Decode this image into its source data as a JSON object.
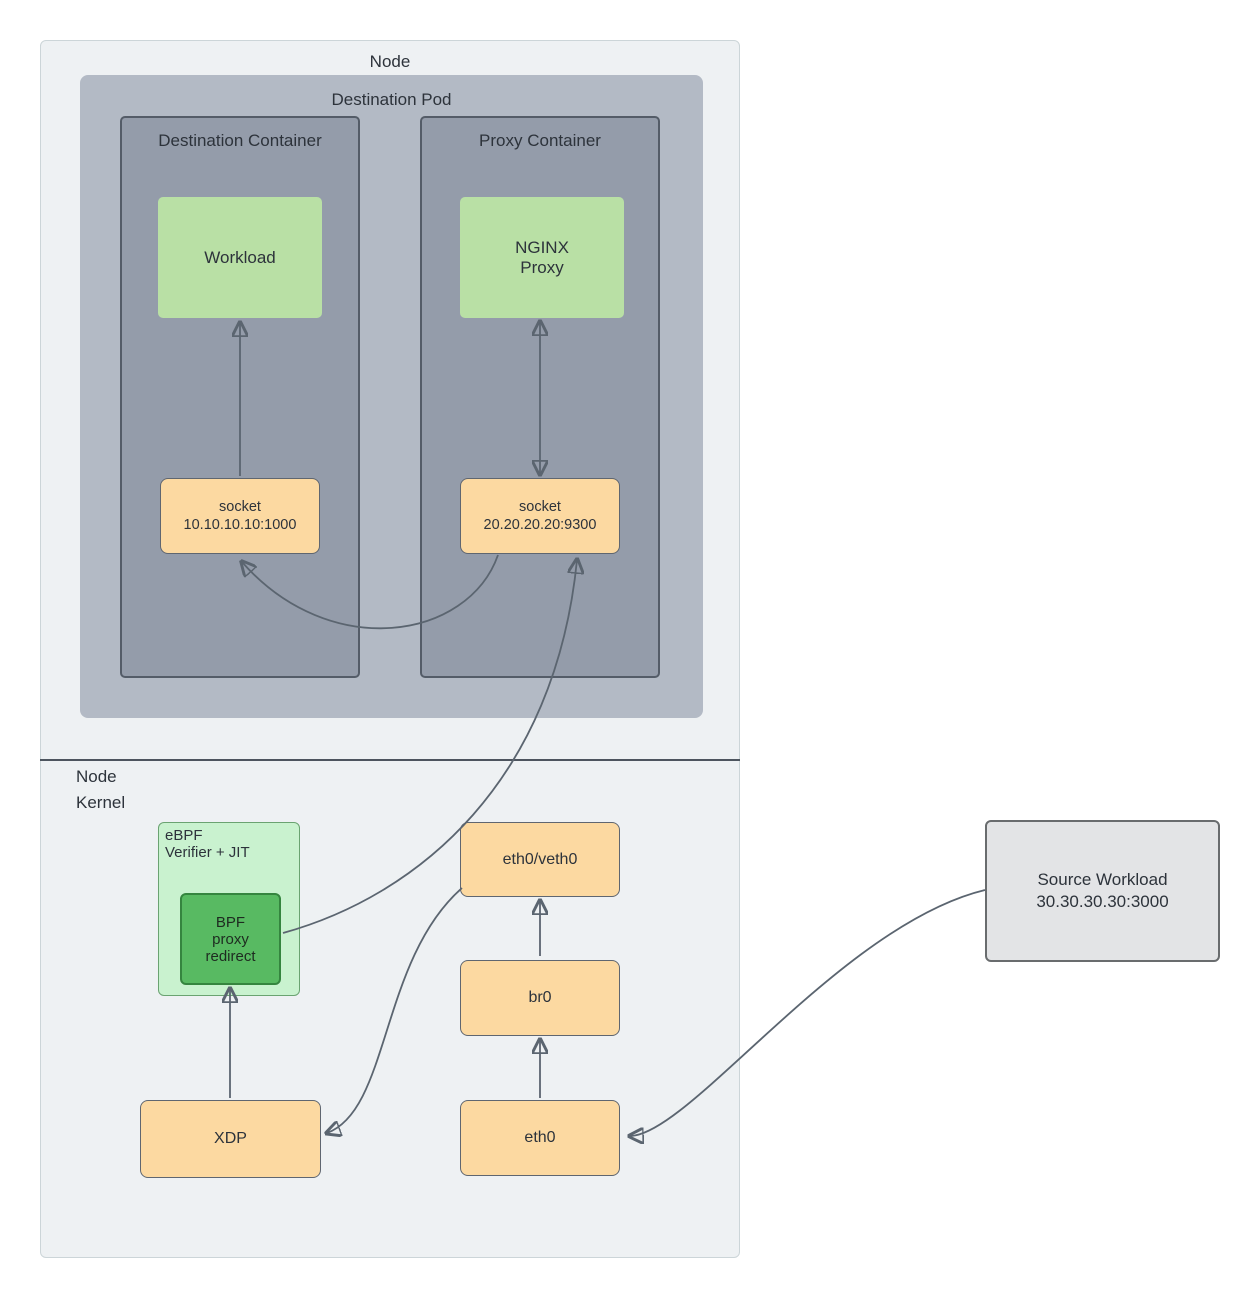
{
  "colors": {
    "node_fill": "#eef1f3",
    "pod_fill": "#b3bac5",
    "container_fill": "#949caa",
    "container_border": "#545c68",
    "green_fill": "#b9e0a5",
    "orange_fill": "#fcd9a1",
    "orange_border": "#5f6670",
    "ebpf_fill": "#c9f2cf",
    "bpf_fill": "#58ba62",
    "bpf_border": "#35853f",
    "source_fill": "#e3e4e6",
    "arrow": "#5b6570",
    "text": "#2d333b"
  },
  "node": {
    "label": "Node",
    "kernel_label": "Node\nKernel"
  },
  "pod": {
    "label": "Destination Pod",
    "destination_container": {
      "label": "Destination Container",
      "workload": {
        "label": "Workload"
      },
      "socket": {
        "line1": "socket",
        "line2": "10.10.10.10:1000"
      }
    },
    "proxy_container": {
      "label": "Proxy Container",
      "nginx": {
        "label": "NGINX\nProxy"
      },
      "socket": {
        "line1": "socket",
        "line2": "20.20.20.20:9300"
      }
    }
  },
  "kernel": {
    "ebpf": {
      "label": "eBPF\nVerifier + JIT"
    },
    "bpf_redirect": {
      "label": "BPF\nproxy\nredirect"
    },
    "eth0_veth0": {
      "label": "eth0/veth0"
    },
    "br0": {
      "label": "br0"
    },
    "eth0": {
      "label": "eth0"
    },
    "xdp": {
      "label": "XDP"
    }
  },
  "external": {
    "source_workload": {
      "line1": "Source Workload",
      "line2": "30.30.30.30:3000"
    }
  }
}
